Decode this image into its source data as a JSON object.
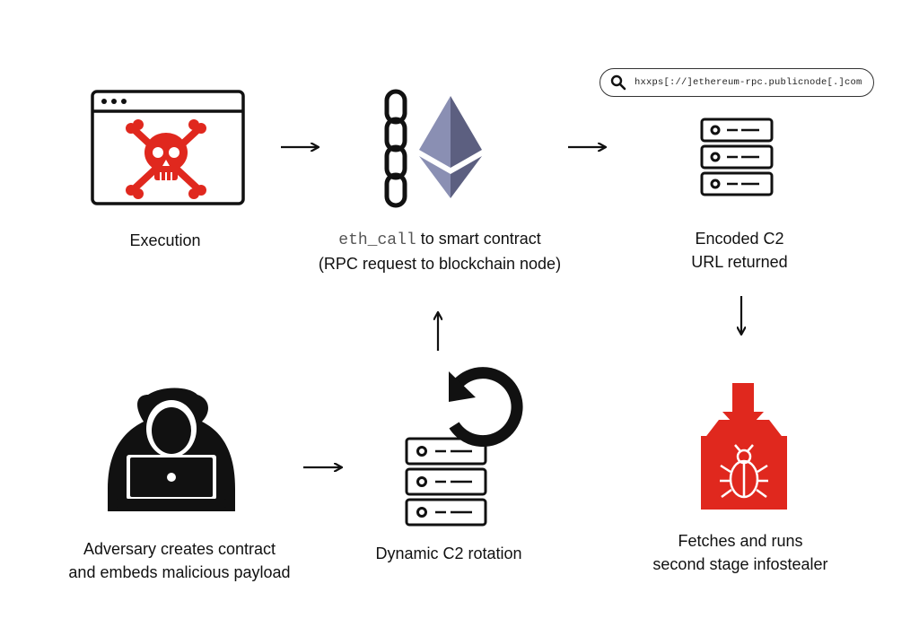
{
  "nodes": {
    "execution": {
      "label": "Execution"
    },
    "eth_call": {
      "code": "eth_call",
      "label_suffix": " to smart contract",
      "label_line2": "(RPC request to blockchain node)"
    },
    "encoded_c2": {
      "label_line1": "Encoded C2",
      "label_line2": "URL returned"
    },
    "adversary": {
      "label_line1": "Adversary creates contract",
      "label_line2": "and embeds malicious payload"
    },
    "rotation": {
      "label": "Dynamic C2 rotation"
    },
    "infostealer": {
      "label_line1": "Fetches and runs",
      "label_line2": "second stage infostealer"
    }
  },
  "search": {
    "url": "hxxps[://]ethereum-rpc.publicnode[.]com"
  },
  "colors": {
    "accent_red": "#e0281e",
    "ink": "#111111",
    "eth_dark": "#5c5f80",
    "eth_light": "#8a8fb3"
  },
  "icons": [
    "browser-window-icon",
    "skull-crossbones-icon",
    "chain-icon",
    "ethereum-icon",
    "search-icon",
    "server-rack-icon",
    "hacker-hood-icon",
    "rotate-arrow-icon",
    "download-box-icon",
    "bug-icon"
  ]
}
